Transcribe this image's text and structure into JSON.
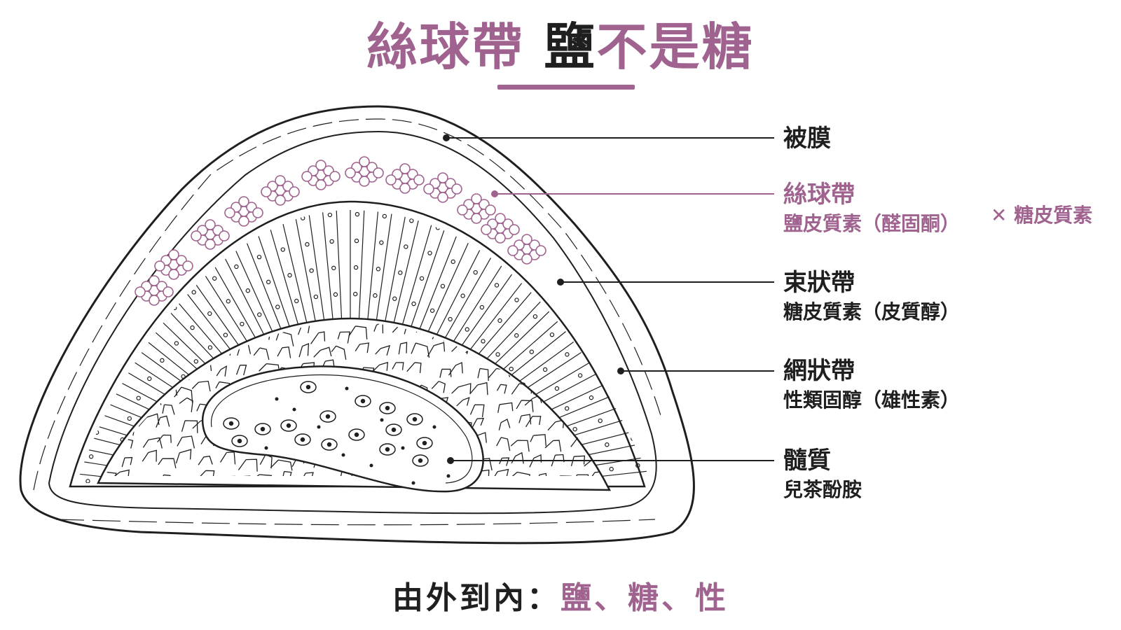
{
  "title": {
    "part1": "絲球帶",
    "part2": "鹽",
    "part3": "不是糖"
  },
  "layers": [
    {
      "name": "被膜",
      "hormone": ""
    },
    {
      "name": "絲球帶",
      "hormone": "鹽皮質素（醛固酮）",
      "contrast": "✕ 糖皮質素"
    },
    {
      "name": "束狀帶",
      "hormone": "糖皮質素（皮質醇）"
    },
    {
      "name": "網狀帶",
      "hormone": "性類固醇（雄性素）"
    },
    {
      "name": "髓質",
      "hormone": "兒茶酚胺"
    }
  ],
  "footer": {
    "prefix": "由外到內：",
    "salt": "鹽",
    "sep1": "、",
    "sugar": "糖",
    "sep2": "、",
    "sex": "性"
  },
  "colors": {
    "accent": "#a0638f",
    "ink": "#1f1f1f",
    "background": "#ffffff"
  }
}
